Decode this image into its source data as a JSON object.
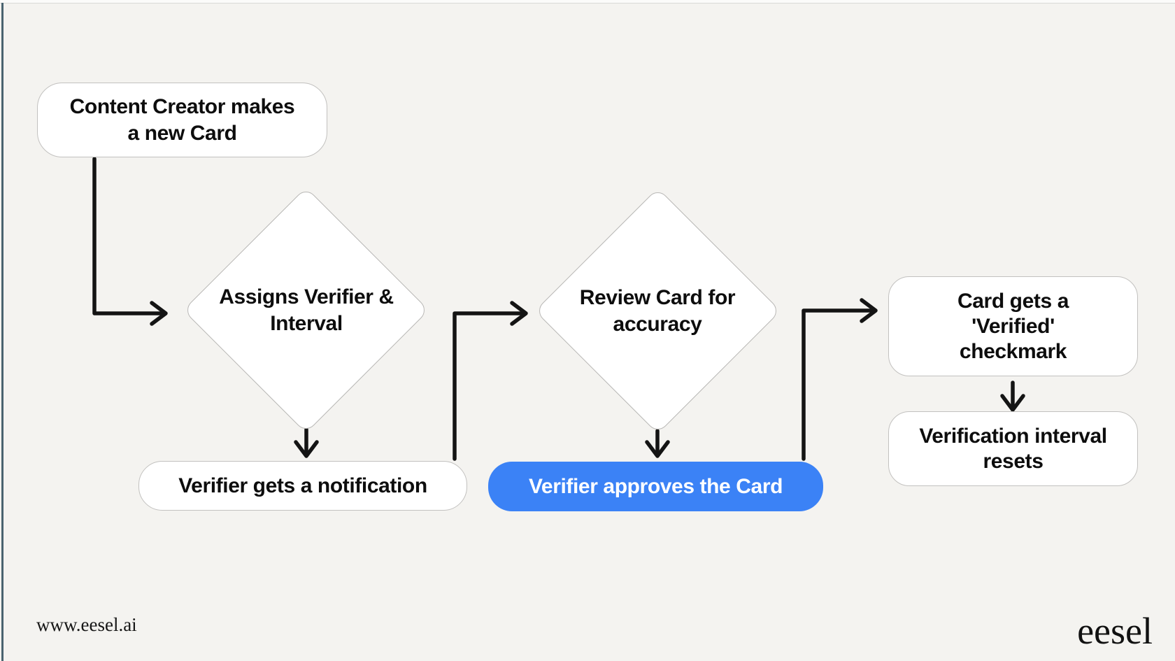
{
  "page": {
    "background_color": "#f4f3f0",
    "left_rule_color": "#4a6370",
    "accent_blue": "#3b82f6",
    "arrow_color": "#141414",
    "node_border_color": "#c2c1bf",
    "node_fill_color": "#ffffff"
  },
  "flowchart": {
    "nodes": {
      "create_card": {
        "shape": "rounded-rect",
        "lines": [
          "Content Creator makes",
          "a new Card"
        ]
      },
      "assigns_verifier": {
        "shape": "diamond",
        "lines": [
          "Assigns Verifier &",
          "Interval"
        ]
      },
      "verifier_notification": {
        "shape": "rounded-rect",
        "lines": [
          "Verifier gets a notification"
        ]
      },
      "review_card": {
        "shape": "diamond",
        "lines": [
          "Review Card for",
          "accuracy"
        ]
      },
      "verifier_approves": {
        "shape": "rounded-rect-blue",
        "lines": [
          "Verifier approves the Card"
        ]
      },
      "verified_checkmark": {
        "shape": "rounded-rect",
        "lines": [
          "Card gets a",
          "'Verified'",
          "checkmark"
        ]
      },
      "interval_resets": {
        "shape": "rounded-rect",
        "lines": [
          "Verification interval",
          "resets"
        ]
      }
    }
  },
  "footer": {
    "website": "www.eesel.ai",
    "logo": "eesel"
  }
}
